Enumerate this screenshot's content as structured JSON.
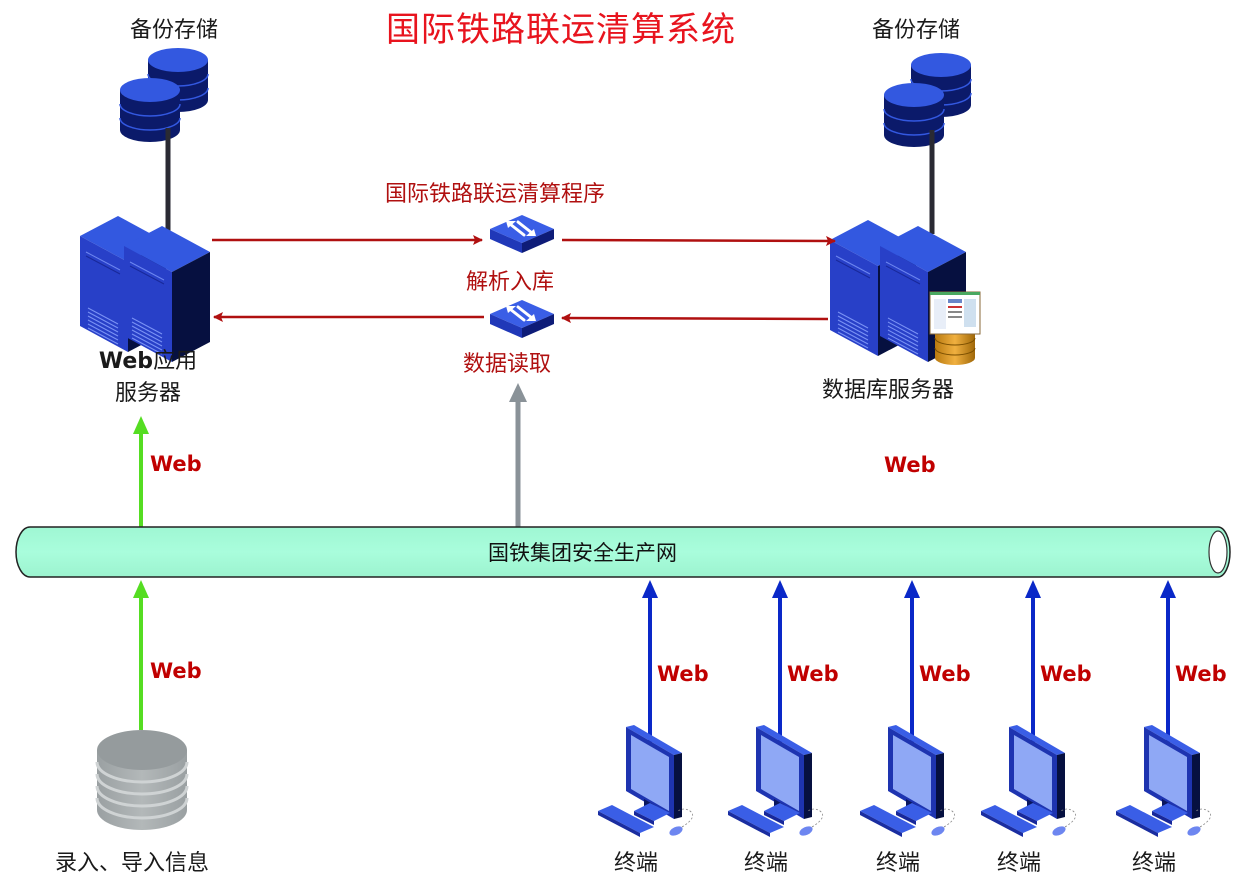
{
  "title": "国际铁路联运清算系统",
  "left_storage": {
    "label": "备份存储",
    "icon": "database-stack-icon"
  },
  "right_storage": {
    "label": "备份存储",
    "icon": "database-stack-icon"
  },
  "web_server": {
    "label_line1_bold": "Web",
    "label_line1_rest": "应用",
    "label_line2": "服务器",
    "icon": "server-tower-icon"
  },
  "db_server": {
    "label": "数据库服务器",
    "icon": "database-server-icon"
  },
  "program": {
    "label": "国际铁路联运清算程序"
  },
  "switch_parse": {
    "label": "解析入库",
    "icon": "switch-icon"
  },
  "switch_read": {
    "label": "数据读取",
    "icon": "switch-icon"
  },
  "network": {
    "label": "国铁集团安全生产网",
    "icon": "network-pipe-icon"
  },
  "web_labels": {
    "server_link": "Web",
    "floating": "Web",
    "input_link": "Web",
    "terminal_link": "Web"
  },
  "input_source": {
    "label": "录入、导入信息",
    "icon": "gray-database-icon"
  },
  "terminals": [
    {
      "label": "终端",
      "link_label": "Web",
      "icon": "computer-terminal-icon"
    },
    {
      "label": "终端",
      "link_label": "Web",
      "icon": "computer-terminal-icon"
    },
    {
      "label": "终端",
      "link_label": "Web",
      "icon": "computer-terminal-icon"
    },
    {
      "label": "终端",
      "link_label": "Web",
      "icon": "computer-terminal-icon"
    },
    {
      "label": "终端",
      "link_label": "Web",
      "icon": "computer-terminal-icon"
    }
  ],
  "colors": {
    "title": "#e8141e",
    "data_flow_arrow": "#b01010",
    "web_arrow_green": "#55dd22",
    "terminal_arrow_blue": "#0a28c8",
    "read_arrow_gray": "#8a9298",
    "pipe_fill": "#a6fcd8",
    "device_blue": "#3358e0",
    "device_dark": "#061040"
  }
}
